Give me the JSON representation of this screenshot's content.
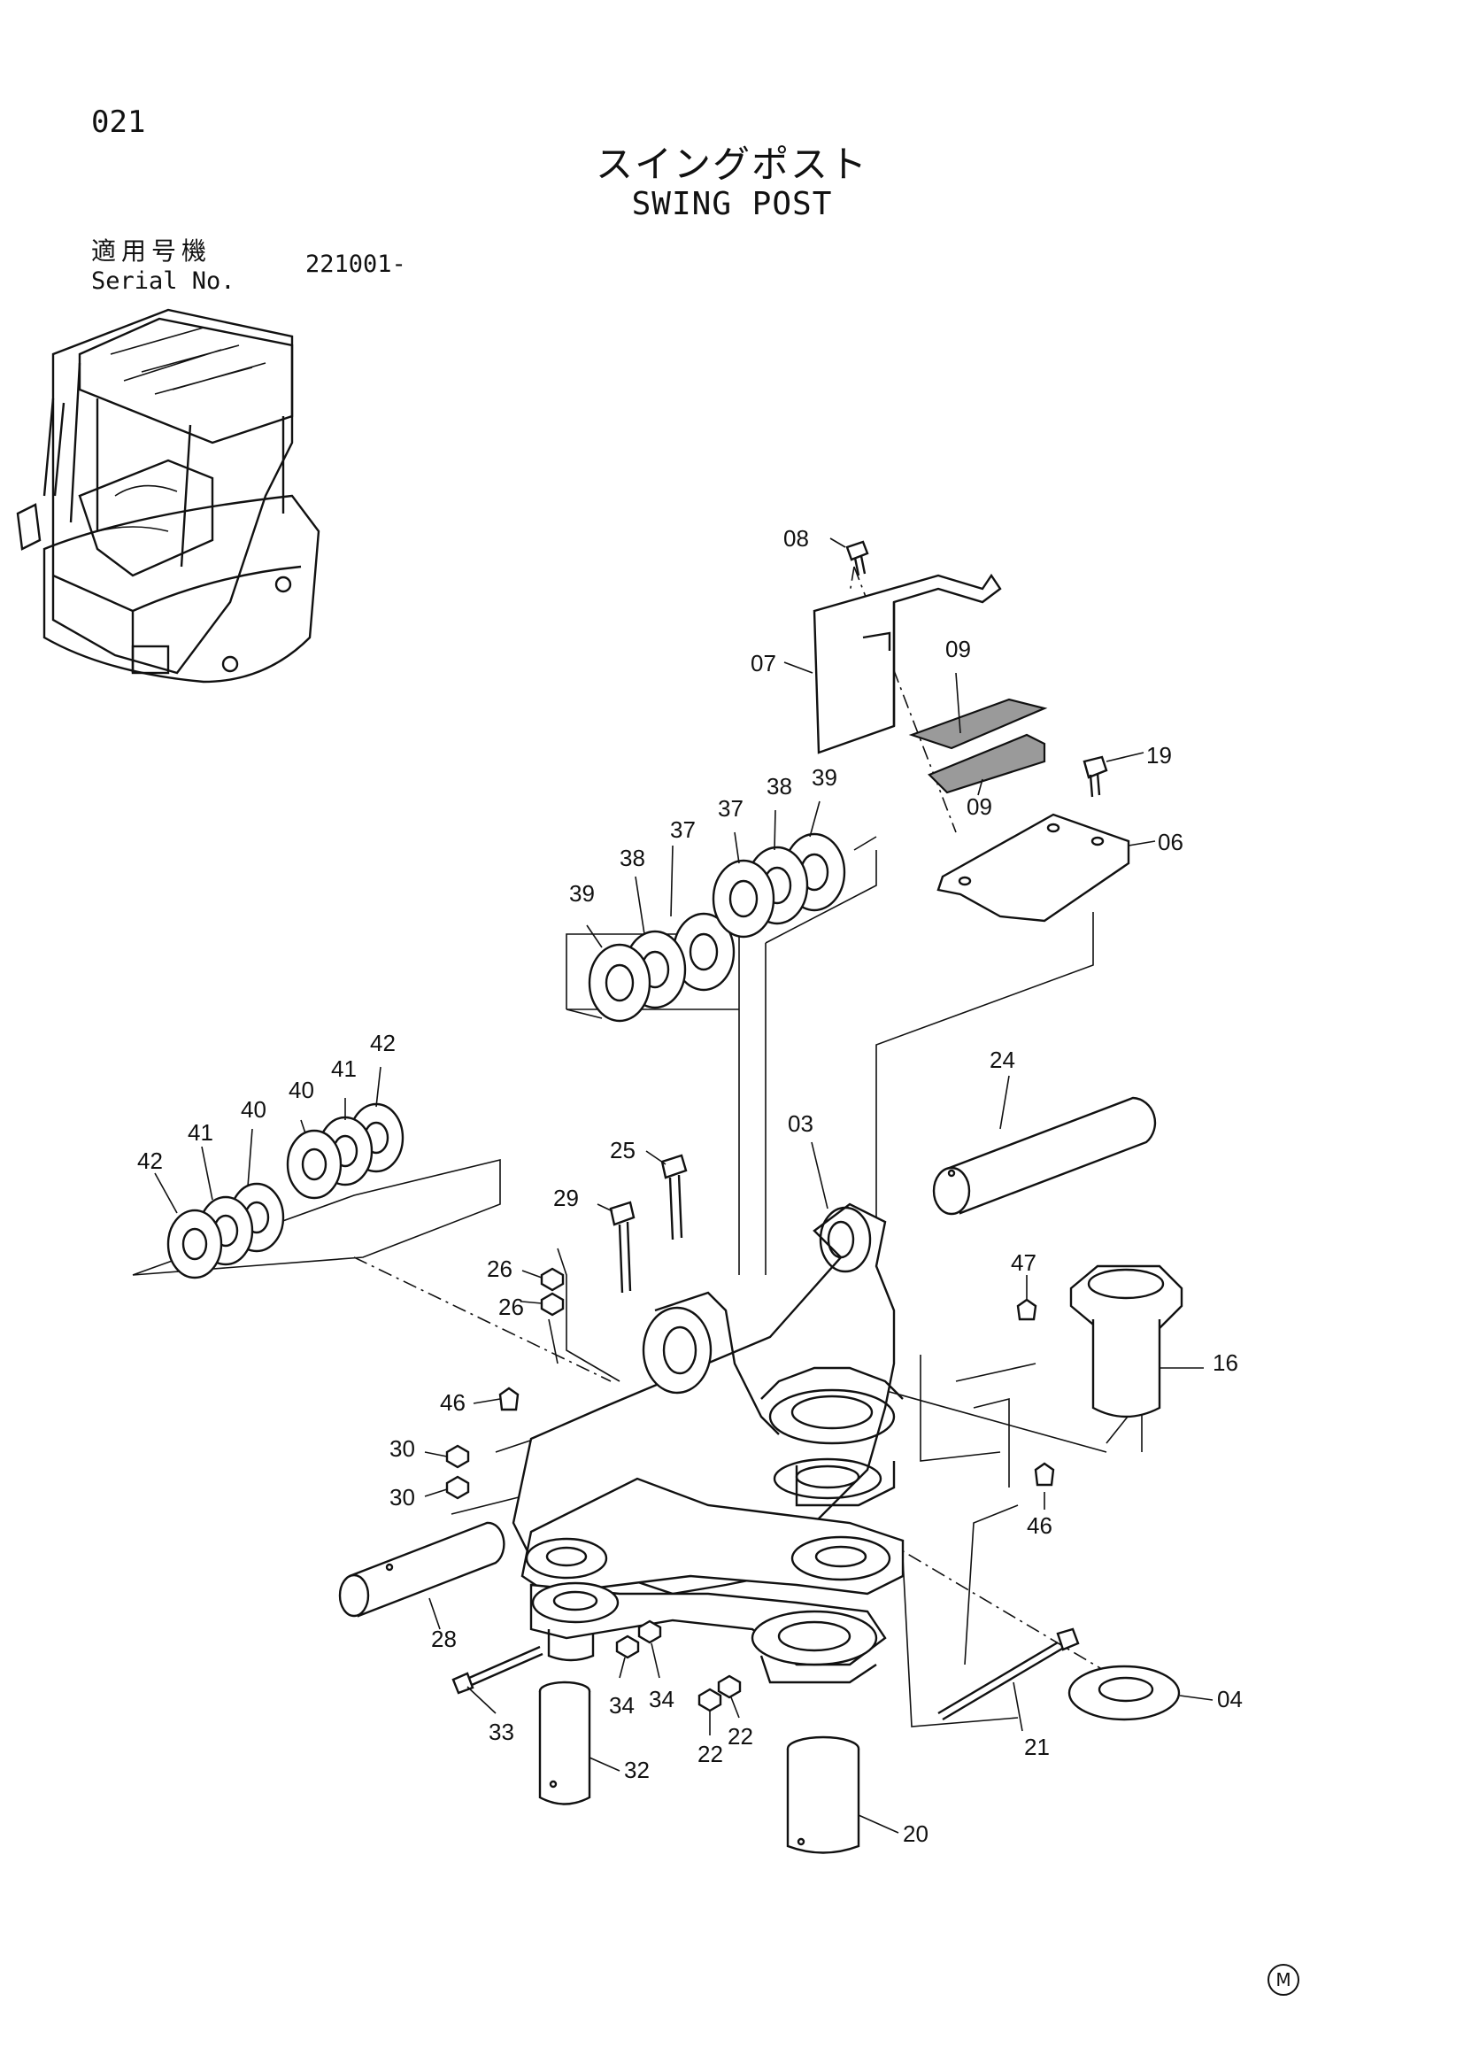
{
  "header": {
    "page_number": "021",
    "title_jp": "スイングポスト",
    "title_en": "SWING POST",
    "serial_label_jp": "適用号機",
    "serial_label_en": "Serial No.",
    "serial_value": "221001-"
  },
  "footer": {
    "mark": "M"
  },
  "callouts": {
    "c08": "08",
    "c07": "07",
    "c09a": "09",
    "c09b": "09",
    "c19": "19",
    "c06": "06",
    "c39a": "39",
    "c38a": "38",
    "c37a": "37",
    "c37b": "37",
    "c38b": "38",
    "c39b": "39",
    "c42a": "42",
    "c41a": "41",
    "c40a": "40",
    "c40b": "40",
    "c41b": "41",
    "c42b": "42",
    "c24": "24",
    "c25": "25",
    "c03": "03",
    "c29": "29",
    "c26a": "26",
    "c26b": "26",
    "c47": "47",
    "c16": "16",
    "c46a": "46",
    "c30a": "30",
    "c30b": "30",
    "c46b": "46",
    "c28": "28",
    "c34a": "34",
    "c34b": "34",
    "c22a": "22",
    "c22b": "22",
    "c33": "33",
    "c21": "21",
    "c04": "04",
    "c32": "32",
    "c20": "20"
  }
}
